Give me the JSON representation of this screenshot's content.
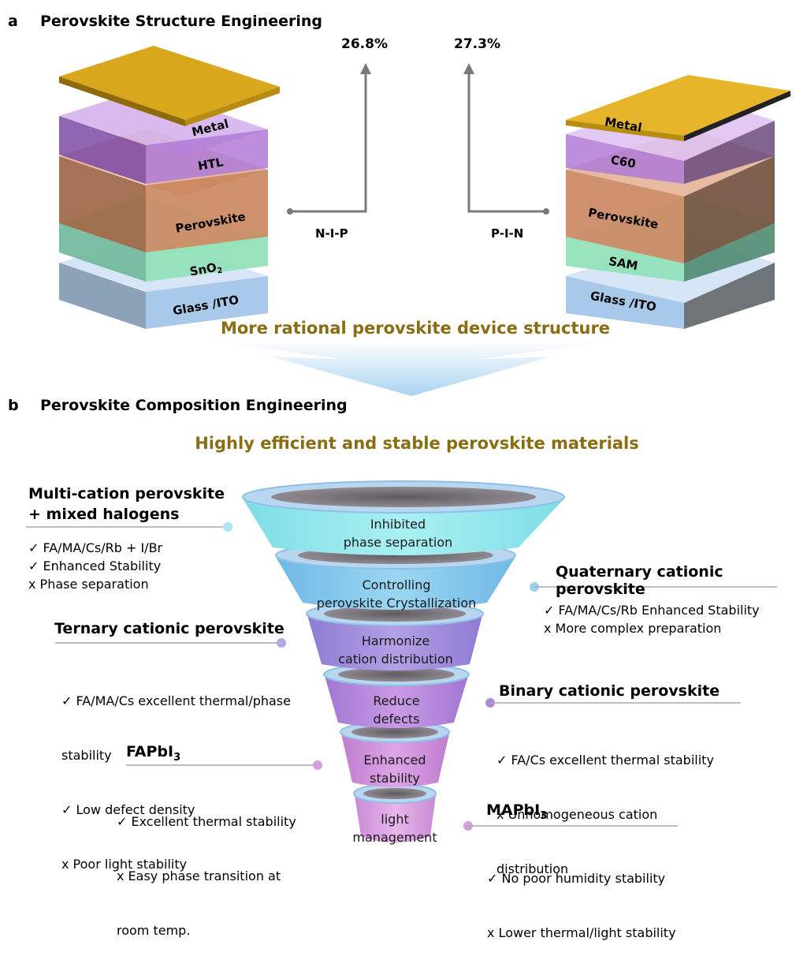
{
  "section_a": {
    "letter": "a",
    "title": "Perovskite Structure Engineering",
    "nip": {
      "label": "N-I-P",
      "efficiency": "26.8%",
      "layers": [
        "Metal",
        "HTL",
        "Perovskite",
        "SnO",
        "Glass /ITO"
      ],
      "sno2_sub": "2"
    },
    "pin": {
      "label": "P-I-N",
      "efficiency": "27.3%",
      "layers": [
        "Metal",
        "C60",
        "Perovskite",
        "SAM",
        "Glass /ITO"
      ]
    },
    "banner": "More rational perovskite device structure"
  },
  "section_b": {
    "letter": "b",
    "title": "Perovskite Composition Engineering",
    "banner": "Highly efficient and stable perovskite materials",
    "funnel": [
      {
        "line1": "Inhibited",
        "line2": "phase separation"
      },
      {
        "line1": "Controlling",
        "line2": "perovskite Crystallization"
      },
      {
        "line1": "Harmonize",
        "line2": "cation distribution"
      },
      {
        "line1": "Reduce",
        "line2": "defects"
      },
      {
        "line1": "Enhanced",
        "line2": "stability"
      },
      {
        "line1": "light",
        "line2": "management"
      }
    ],
    "categories": {
      "multi": {
        "title1": "Multi-cation perovskite",
        "title2": "+ mixed halogens",
        "points": [
          "✓ FA/MA/Cs/Rb + I/Br",
          "✓ Enhanced Stability",
          "x  Phase separation"
        ]
      },
      "quaternary": {
        "title": "Quaternary cationic perovskite",
        "points": [
          "✓ FA/MA/Cs/Rb Enhanced Stability",
          "x  More complex preparation"
        ]
      },
      "ternary": {
        "title": "Ternary cationic perovskite",
        "points": [
          "✓ FA/MA/Cs excellent thermal/phase",
          "   stability",
          "✓ Low defect density",
          "x  Poor light stability"
        ]
      },
      "binary": {
        "title": "Binary cationic perovskite",
        "points": [
          "✓ FA/Cs excellent thermal stability",
          "x  Unhomogeneous cation",
          "   distribution"
        ]
      },
      "fapbi3": {
        "title_main": "FAPbI",
        "title_sub": "3",
        "points": [
          "✓ Excellent thermal stability",
          "x  Easy phase transition at",
          "   room temp."
        ]
      },
      "mapbi3": {
        "title_main": "MAPbI",
        "title_sub": "3",
        "points": [
          "✓ No poor humidity stability",
          "x  Lower thermal/light stability"
        ]
      }
    }
  },
  "colors": {
    "gold_text": "#8a6d12",
    "metal": "#d4a418",
    "htl": "#b07ad6",
    "perovskite": "#c9835a",
    "etl": "#8fe0b8",
    "glass": "#a9c9ea",
    "funnel_cyan": "#8fe3ea",
    "funnel_blue": "#7fc6ea",
    "funnel_purple": "#a88ad8",
    "funnel_pink": "#cc8ad6"
  }
}
